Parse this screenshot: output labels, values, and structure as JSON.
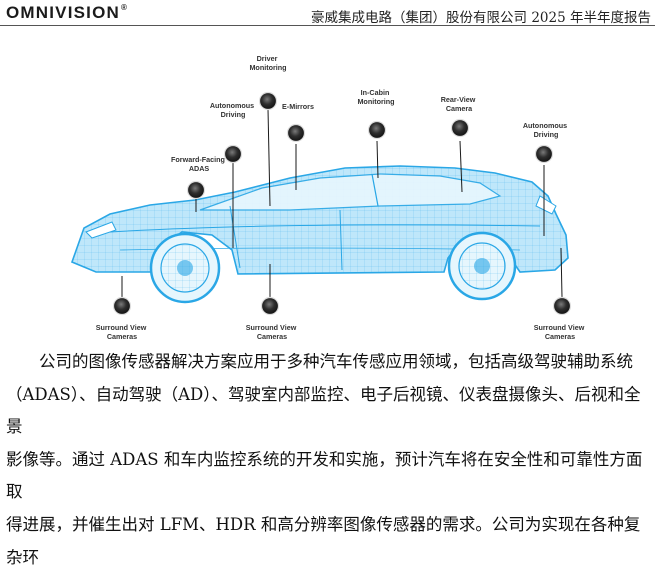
{
  "header": {
    "logo": "OMNIVISION",
    "report_title": "豪威集成电路（集团）股份有限公司 2025 年半年度报告"
  },
  "figure": {
    "labels": {
      "driver_monitoring": [
        "Driver",
        "Monitoring"
      ],
      "autonomous_driving_left": [
        "Autonomous",
        "Driving"
      ],
      "e_mirrors": [
        "E-Mirrors"
      ],
      "in_cabin_monitoring": [
        "In-Cabin",
        "Monitoring"
      ],
      "rear_view_camera": [
        "Rear-View",
        "Camera"
      ],
      "autonomous_driving_right": [
        "Autonomous",
        "Driving"
      ],
      "forward_facing_adas": [
        "Forward-Facing",
        "ADAS"
      ],
      "surround_left": [
        "Surround View",
        "Cameras"
      ],
      "surround_middle": [
        "Surround View",
        "Cameras"
      ],
      "surround_right": [
        "Surround View",
        "Cameras"
      ]
    },
    "colors": {
      "car_line": "#2aa7e6",
      "car_fill": "#bfe7fa",
      "camera": "#2a2a2a"
    }
  },
  "paragraph": {
    "lines": [
      "公司的图像传感器解决方案应用于多种汽车传感应用领域，包括高级驾驶辅助系统",
      "（ADAS）、自动驾驶（AD）、驾驶室内部监控、电子后视镜、仪表盘摄像头、后视和全景",
      "影像等。通过 ADAS 和车内监控系统的开发和实施，预计汽车将在安全性和可靠性方面取",
      "得进展，并催生出对 LFM、HDR 和高分辨率图像传感器的需求。公司为实现在各种复杂环"
    ]
  }
}
